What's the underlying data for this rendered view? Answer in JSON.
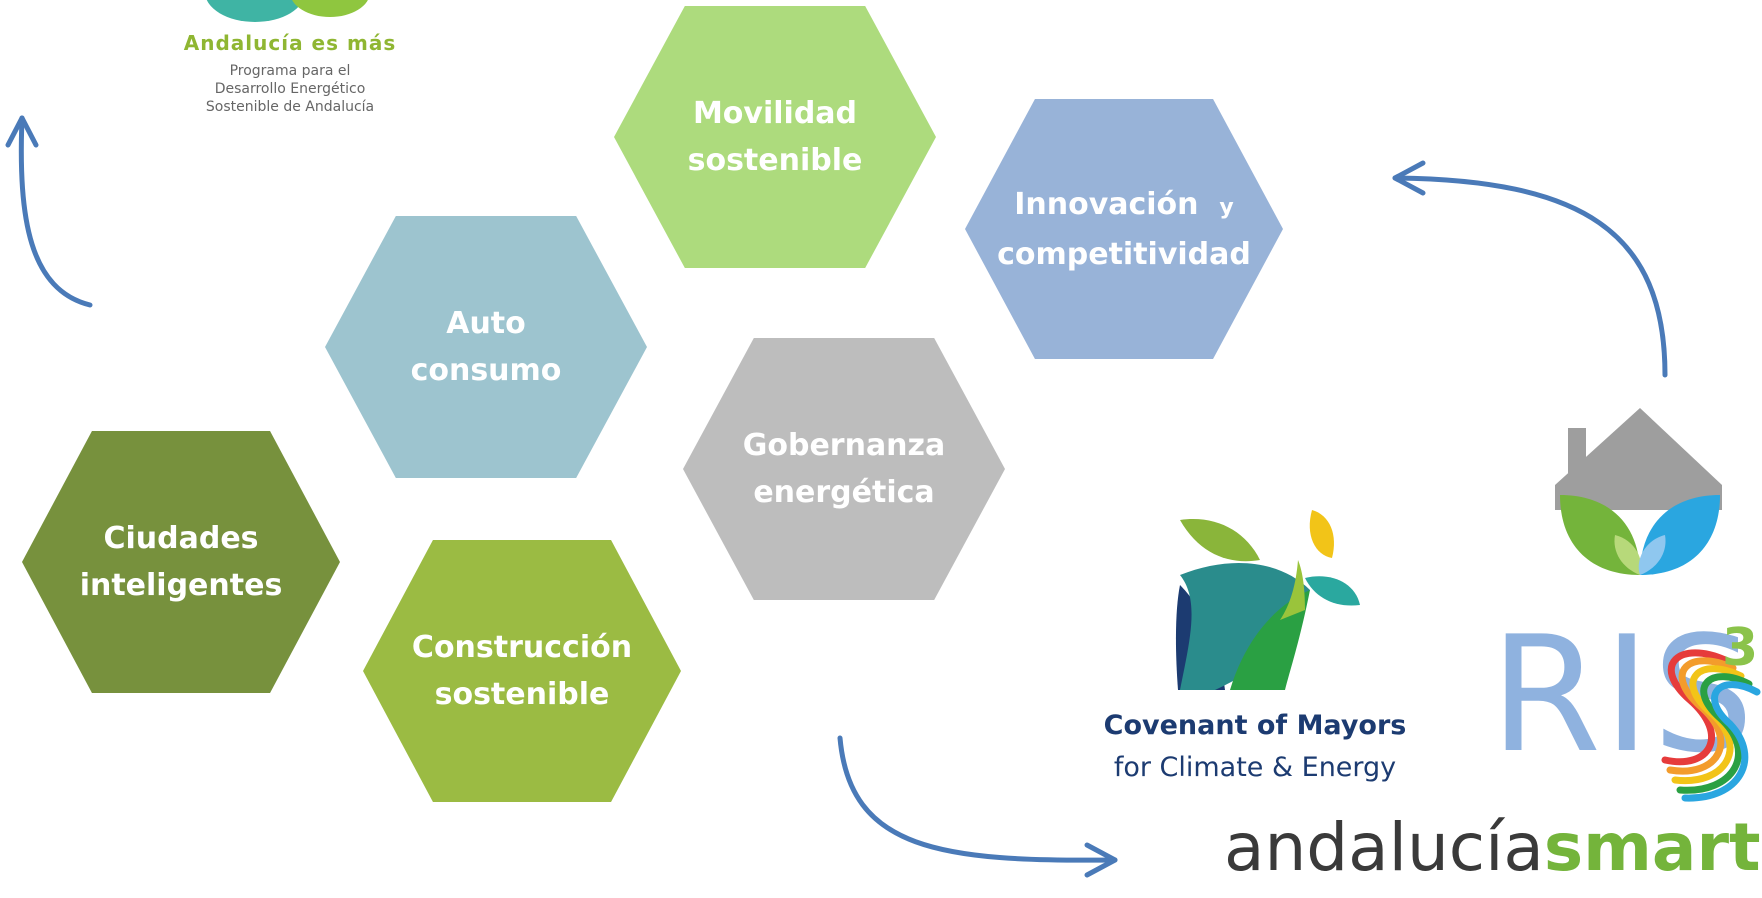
{
  "colors": {
    "movilidad": "#addb7d",
    "innovacion": "#98b3d8",
    "auto": "#9dc4cf",
    "gobernanza": "#bdbdbd",
    "ciudades": "#77913d",
    "construccion": "#9bbb43",
    "arrow": "#4a7ab8"
  },
  "hexagons": {
    "movilidad": {
      "line1": "Movilidad",
      "line2": "sostenible"
    },
    "innovacion": {
      "line1": "Innovación",
      "y": "y",
      "line2": "competitividad"
    },
    "auto": {
      "line1": "Auto",
      "line2": "consumo"
    },
    "gobernanza": {
      "line1": "Gobernanza",
      "line2": "energética"
    },
    "ciudades": {
      "line1": "Ciudades",
      "line2": "inteligentes"
    },
    "construccion": {
      "line1": "Construcción",
      "line2": "sostenible"
    }
  },
  "logos": {
    "andalucia_es_mas": {
      "title": "Andalucía es más",
      "line1": "Programa para el",
      "line2": "Desarrollo Energético",
      "line3": "Sostenible de Andalucía"
    },
    "covenant": {
      "line1": "Covenant of Mayors",
      "line2": "for Climate & Energy"
    },
    "ris3": {
      "text": "RIS",
      "superscript": "3"
    },
    "andalucia_smart": {
      "part1": "andalucía",
      "part2": "smart"
    }
  }
}
